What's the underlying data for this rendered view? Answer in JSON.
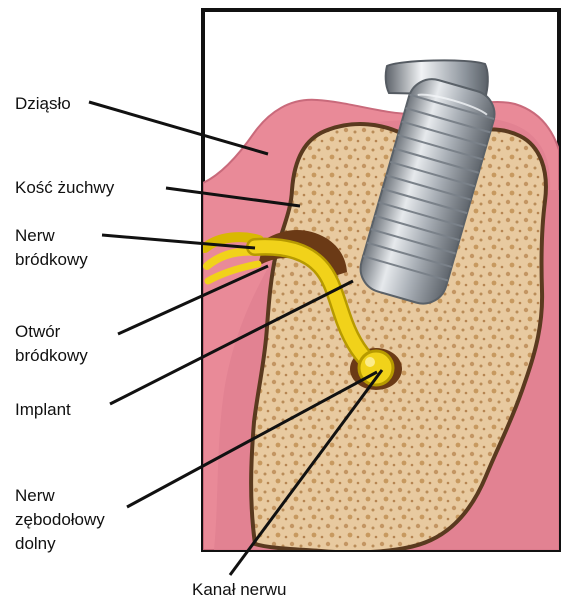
{
  "labels": {
    "gum": "Dziąsło",
    "jaw_bone": "Kość żuchwy",
    "mental_nerve": [
      "Nerw",
      "bródkowy"
    ],
    "mental_foramen": [
      "Otwór",
      "bródkowy"
    ],
    "implant": "Implant",
    "inferior_alveolar_nerve": [
      "Nerw",
      "zębodołowy",
      "dolny"
    ],
    "nerve_canal": "Kanał nerwu"
  },
  "colors": {
    "frame": "#111111",
    "gum": "#e98a98",
    "gum_dark": "#d86b7d",
    "bone": "#e8caa0",
    "bone_texture": "#c39562",
    "bone_outline": "#5a3a1f",
    "nerve": "#f1d21a",
    "nerve_outline": "#b79a00",
    "implant_light": "#d9dde2",
    "implant_dark": "#7e858d",
    "canal_shadow": "#6b3a16"
  }
}
